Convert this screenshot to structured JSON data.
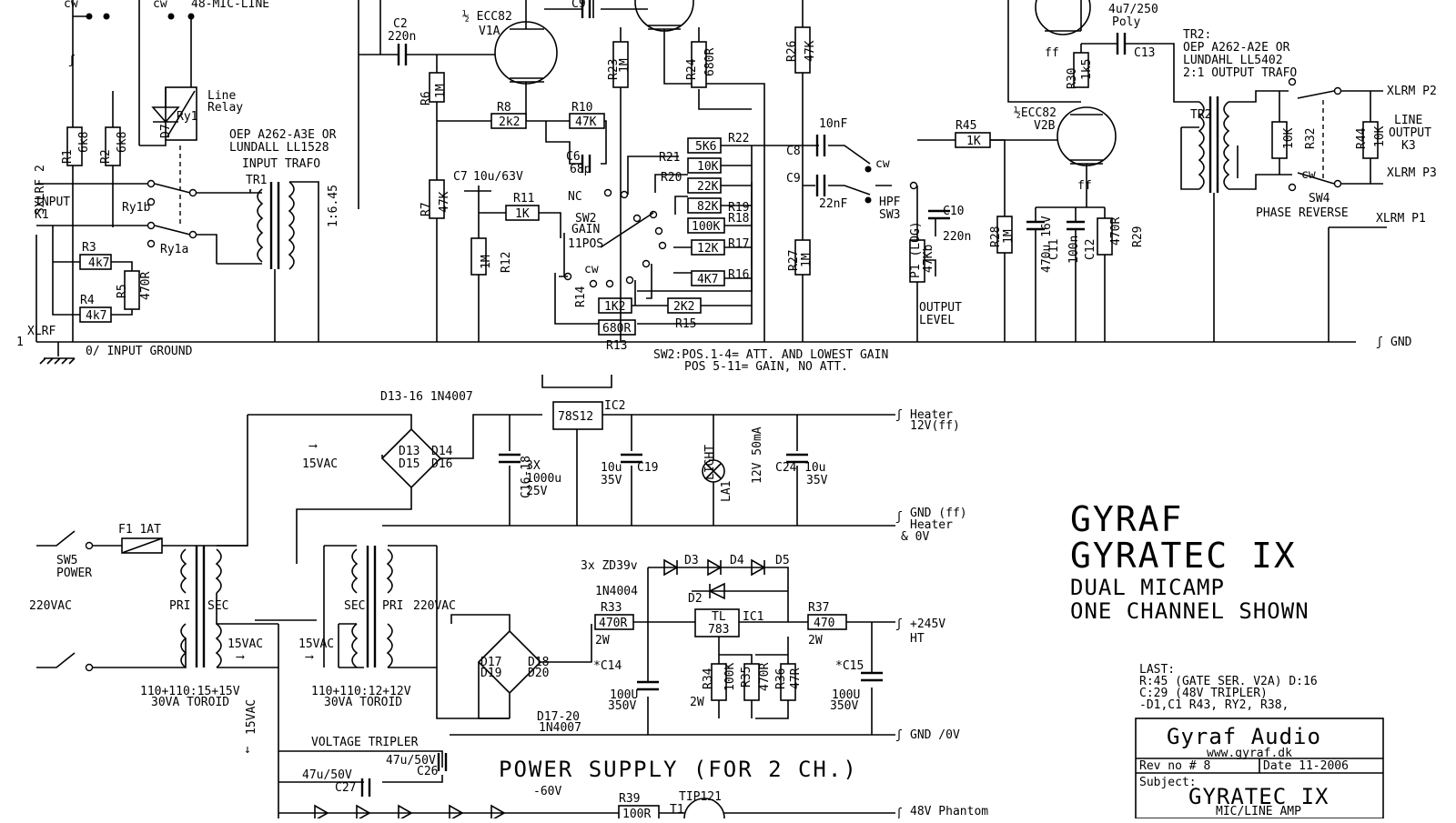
{
  "title_block": {
    "brand1": "GYRAF",
    "brand2": "GYRATEC IX",
    "sub1": "DUAL MICAMP",
    "sub2": "ONE CHANNEL SHOWN",
    "company": "Gyraf Audio",
    "url": "www.gyraf.dk",
    "rev": "Rev no # 8",
    "date": "Date 11-2006",
    "subject_label": "Subject:",
    "subject": "GYRATEC IX",
    "subject_sub": "MIC/LINE AMP",
    "last": [
      "LAST:",
      "R:45 (GATE SER. V2A) D:16",
      "C:29 (48V TRIPLER)",
      "-D1,C1 R43, RY2, R38,"
    ]
  },
  "notes": {
    "sw2_line1": "SW2:POS.1-4= ATT. AND LOWEST GAIN",
    "sw2_line2": "POS 5-11= GAIN, NO ATT.",
    "power_supply": "POWER SUPPLY (FOR 2 CH.)"
  },
  "components": {
    "R1": "R1",
    "R1v": "6k8",
    "R2": "R2",
    "R2v": "6k8",
    "R3": "R3",
    "R3v": "4k7",
    "R4": "R4",
    "R4v": "4k7",
    "R5": "R5",
    "R5v": "470R",
    "R6": "R6",
    "R6v": "1M",
    "R7": "R7",
    "R7v": "47K",
    "R8": "R8",
    "R8v": "2k2",
    "R10": "R10",
    "R10v": "47K",
    "R11": "R11",
    "R11v": "1K",
    "R12": "R12",
    "R12v": "1M",
    "R13": "R13",
    "R13v": "680R",
    "R14": "R14",
    "R14v": "1K2",
    "R15": "R15",
    "R15v": "2K2",
    "R16": "R16",
    "R16v": "4K7",
    "R17": "R17",
    "R17v": "12K",
    "R18": "R18",
    "R18v": "100K",
    "R19": "R19",
    "R19v": "82K",
    "R20": "R20",
    "R20v": "22K",
    "R21": "R21",
    "R21v": "10K",
    "R22": "R22",
    "R22v": "5K6",
    "R23": "R23",
    "R23v": "1M",
    "R24": "R24",
    "R24v": "680R",
    "R26": "R26",
    "R26v": "47K",
    "R27": "R27",
    "R27v": "1M",
    "R28": "R28",
    "R28v": "1M",
    "R29": "R29",
    "R29v": "470R",
    "R30": "R30",
    "R30v": "1k5",
    "R32": "R32",
    "R32v": "10K",
    "R44": "R44",
    "R44v": "10K",
    "R45": "R45",
    "R45v": "1K",
    "C2": "C2",
    "C2v": "220n",
    "C6": "C6",
    "C6v": "68p",
    "C7": "C7",
    "C7v": "10u/63V",
    "C8": "C8",
    "C8v": "10nF",
    "C9": "C9",
    "C9v": "22nF",
    "C9top": "C9",
    "C10": "C10",
    "C10v": "220n",
    "C11": "C11",
    "C11v": "470u 16V",
    "C12": "C12",
    "C12v": "100n",
    "C13": "C13",
    "C13v1": "4u7/250",
    "C13v2": "Poly",
    "V1A1": "½ ECC82",
    "V1A2": "V1A",
    "V2B1": "½ECC82",
    "V2B2": "V2B",
    "TR1a": "OEP A262-A3E  OR",
    "TR1b": "LUNDALL  LL1528",
    "TR1c": "INPUT TRAFO",
    "TR1": "TR1",
    "TR1r": "1:6.45",
    "TR2a": "TR2:",
    "TR2b": "OEP A262-A2E OR",
    "TR2c": "LUNDAHL LL5402",
    "TR2d": "2:1 OUTPUT TRAFO",
    "TR2": "TR2",
    "relay1": "Line",
    "relay2": "Relay",
    "ry1": "Ry1",
    "ry1b": "Ry1b",
    "ry1a": "Ry1a",
    "D7": "D7",
    "mic48": "48-MIC-LINE",
    "cw": "cw",
    "input1": "INPUT",
    "input2": "K1",
    "xlrf2": "3XLRF 2",
    "xlrf1": "XLRF",
    "one": "1",
    "inground": "0/ INPUT GROUND",
    "sw2a": "SW2",
    "sw2b": "GAIN",
    "sw2c": "11POS",
    "nc": "NC",
    "hpf1": "HPF",
    "hpf2": "SW3",
    "p1": "P1 (LOG)",
    "p1v": "47Kb",
    "outlvl1": "OUTPUT",
    "outlvl2": "LEVEL",
    "ff": "ff",
    "xlrm_p2": "XLRM P2",
    "xlrm_p3": "XLRM P3",
    "xlrm_p1": "XLRM P1",
    "lineout1": "LINE",
    "lineout2": "OUTPUT",
    "lineout3": "K3",
    "sw4": "SW4",
    "phase": "PHASE REVERSE",
    "gnd": "GND"
  },
  "psu": {
    "d13": "D13-16 1N4007",
    "d13a": "D13",
    "d14": "D14",
    "d15": "D15",
    "d16": "D16",
    "vac15": "15VAC",
    "ic2": "IC2",
    "reg": "78S12",
    "c16": "C16-18",
    "c16v1": "3X",
    "c16v2": "1000u",
    "c16v3": "25V",
    "c19": "C19",
    "c19v1": "10u",
    "c19v2": "35V",
    "la1": "LA1",
    "light": "LIGHT",
    "la1v": "12V 50mA",
    "c24": "C24",
    "c24v1": "10u",
    "c24v2": "35V",
    "heater1": "Heater",
    "heater2": "12V(ff)",
    "gndff1": "GND (ff)",
    "gndff2": "Heater",
    "gndff3": "& 0V",
    "f1": "F1 1AT",
    "sw5a": "SW5",
    "sw5b": "POWER",
    "vac220": "220VAC",
    "pri": "PRI",
    "sec": "SEC",
    "tor1a": "110+110:15+15V",
    "tor1b": "30VA TOROID",
    "tor2a": "110+110:12+12V",
    "tor2b": "30VA TOROID",
    "zd": "3x ZD39v",
    "d3": "D3",
    "d4": "D4",
    "d5": "D5",
    "d2": "D2",
    "n4004": "1N4004",
    "r33": "R33",
    "r33v": "470R",
    "r33w": "2W",
    "ic1": "IC1",
    "tl1": "TL",
    "tl2": "783",
    "r37": "R37",
    "r37v": "470",
    "r37w": "2W",
    "ht1": "+245V",
    "ht2": "HT",
    "c14": "*C14",
    "c14v1": "100U",
    "c14v2": "350V",
    "c15": "*C15",
    "c15v1": "100U",
    "c15v2": "350V",
    "r34": "R34",
    "r34v": "100K",
    "r34w": "2W",
    "r35": "R35",
    "r35v": "470R",
    "r36": "R36",
    "r36v": "47R",
    "d17a": "D17",
    "d18": "D18",
    "d19": "D19",
    "d20": "D20",
    "d1720": "D17-20",
    "d1720b": "1N4007",
    "gnd0": "GND /0V",
    "tripler": "VOLTAGE TRIPLER",
    "c26v": "47u/50V",
    "c26": "C26",
    "c27v": "47u/50V",
    "c27": "C27",
    "m60": "-60V",
    "r39": "R39",
    "r39v": "100R",
    "tip": "TIP121",
    "t1": "T1",
    "phantom": "48V Phantom"
  }
}
